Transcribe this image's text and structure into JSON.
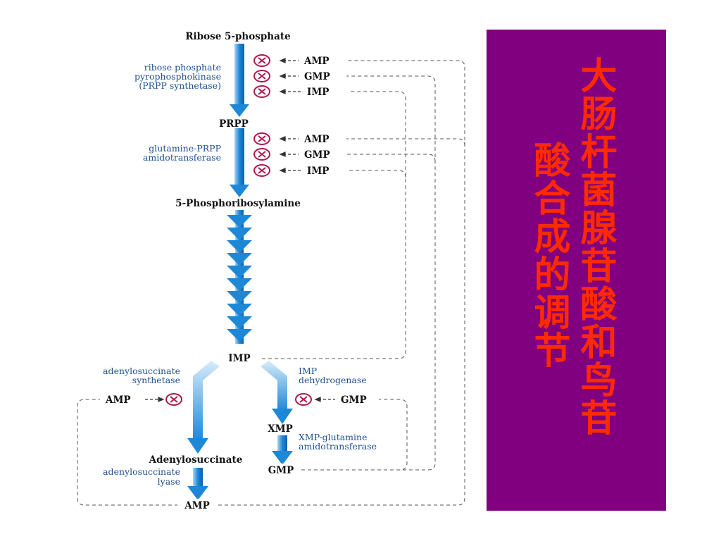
{
  "title": {
    "line1": "大肠杆菌腺苷酸和鸟苷",
    "line2": "酸合成的调节"
  },
  "nodes": {
    "r5p": "Ribose 5-phosphate",
    "prpp": "PRPP",
    "pra": "5-Phosphoribosylamine",
    "imp": "IMP",
    "xmp": "XMP",
    "gmp": "GMP",
    "adenylosuccinate": "Adenylosuccinate",
    "amp": "AMP"
  },
  "enzymes": {
    "prpp_synthetase": [
      "ribose phosphate",
      "pyrophosphokinase",
      "(PRPP synthetase)"
    ],
    "amidotransferase": [
      "glutamine-PRPP",
      "amidotransferase"
    ],
    "adenylosuccinate_synthetase": [
      "adenylosuccinate",
      "synthetase"
    ],
    "imp_dehydrogenase": [
      "IMP",
      "dehydrogenase"
    ],
    "xmp_glutamine_amidotransferase": [
      "XMP-glutamine",
      "amidotransferase"
    ],
    "adenylosuccinate_lyase": [
      "adenylosuccinate",
      "lyase"
    ]
  },
  "regulators": {
    "step1": [
      "AMP",
      "GMP",
      "IMP"
    ],
    "step2": [
      "AMP",
      "GMP",
      "IMP"
    ],
    "left_branch": "AMP",
    "right_branch": "GMP"
  },
  "colors": {
    "arrow_blue": "#1e88d8",
    "inhibition": "#b0184a",
    "panel": "#800080",
    "title_text": "#ff2a00"
  },
  "icons": {
    "inhibition": "circled-x-icon",
    "arrow": "dashed-arrow-left-icon"
  }
}
